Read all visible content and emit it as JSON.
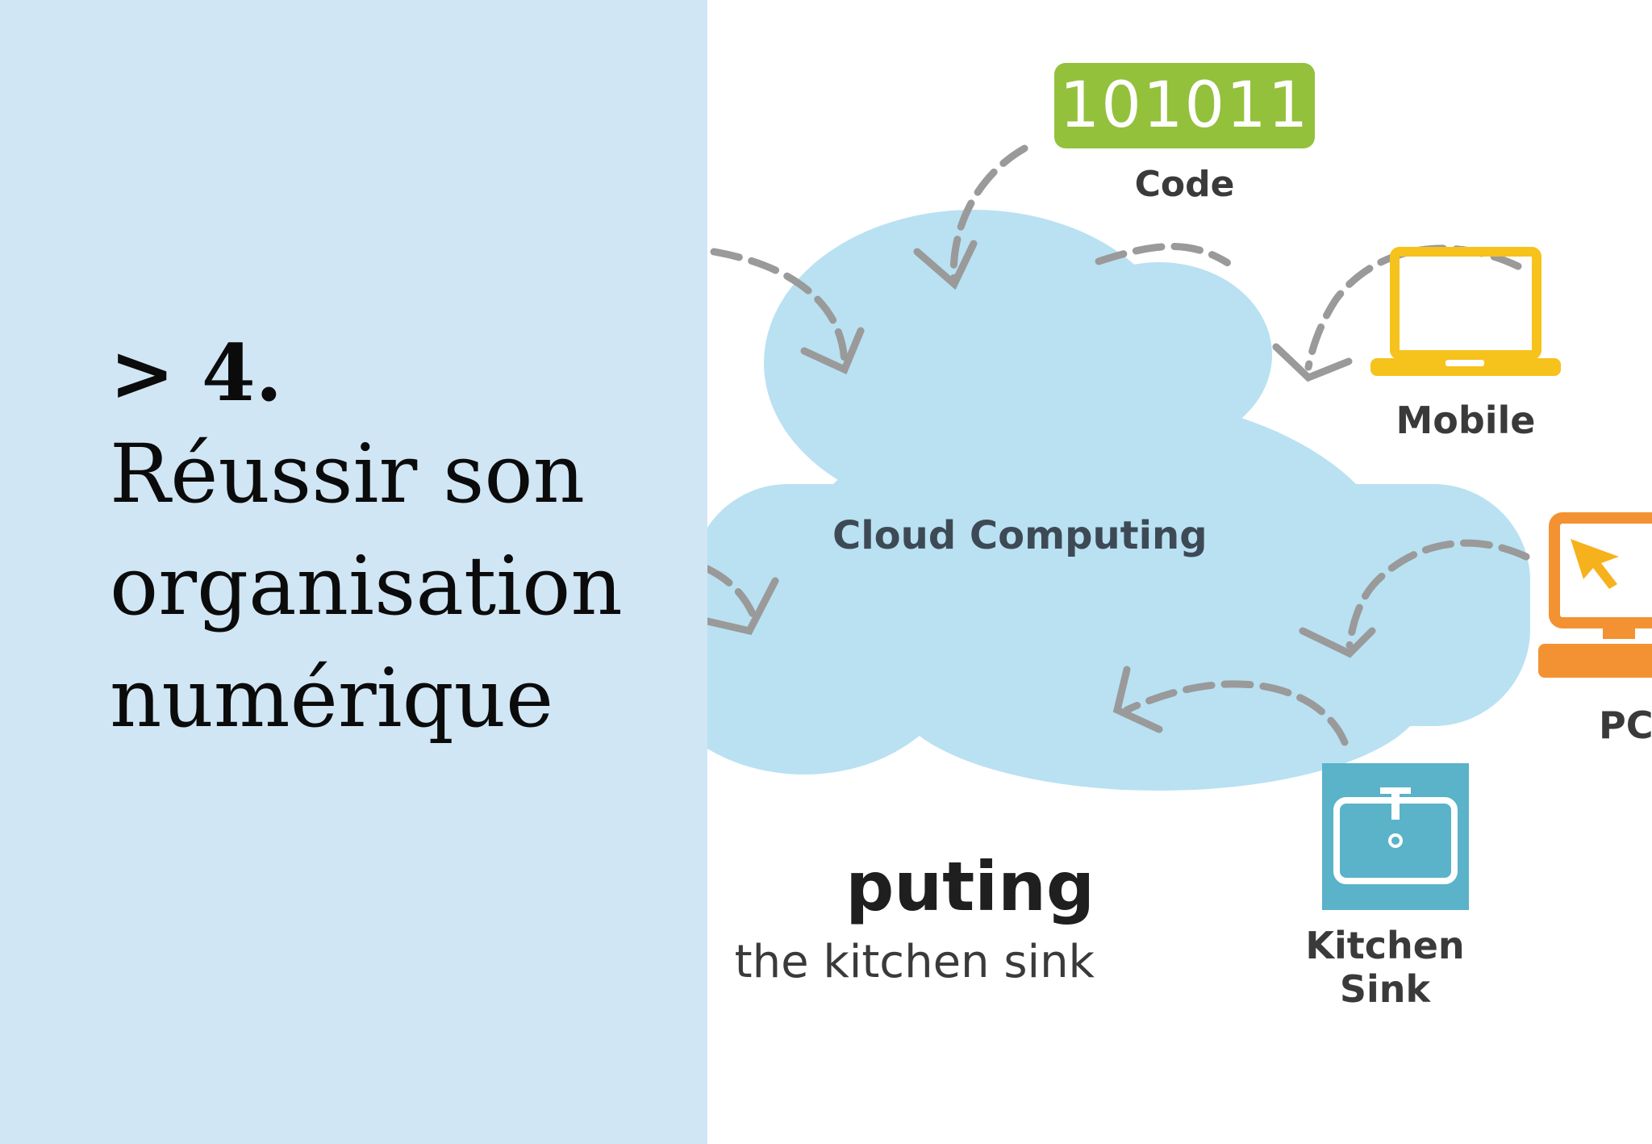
{
  "heading": {
    "number": "> 4.",
    "title": "Réussir son\norganisation\nnumérique"
  },
  "diagram": {
    "code_value": "101011",
    "code_label": "Code",
    "cloud_label": "Cloud Computing",
    "mobile_label": "Mobile",
    "pc_label": "PC",
    "sink_label": "Kitchen\nSink",
    "title_fragment": "puting",
    "subtitle_fragment": "the kitchen sink"
  },
  "colors": {
    "left_panel": "#d0e6f5",
    "cloud": "#b9e1f2",
    "code_green": "#93c13c",
    "mobile_yellow": "#f6c21c",
    "pc_orange": "#f39232",
    "sink_teal": "#5ab3c8",
    "arrow_gray": "#9a9a9a"
  },
  "icons": [
    "laptop-icon",
    "pc-icon",
    "kitchen-sink-icon",
    "dashed-arrow-icon"
  ]
}
